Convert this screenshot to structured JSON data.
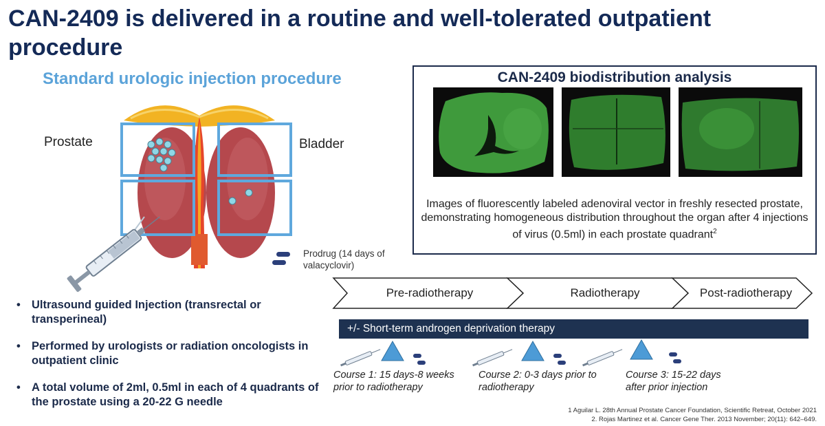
{
  "slide": {
    "title": "CAN-2409 is delivered in a routine and well-tolerated outpatient procedure"
  },
  "left": {
    "subtitle": "Standard urologic injection procedure",
    "label_prostate": "Prostate",
    "label_bladder": "Bladder",
    "prodrug": "Prodrug (14 days of valacyclovir)",
    "bullet_glyph": "•",
    "bullets": [
      "Ultrasound guided Injection (transrectal or transperineal)",
      "Performed by urologists or radiation oncologists in outpatient clinic",
      "A total volume of 2ml, 0.5ml in each of 4 quadrants of the prostate using a 20-22 G needle"
    ]
  },
  "biodistribution": {
    "title": "CAN-2409 biodistribution analysis",
    "caption": "Images of fluorescently labeled adenoviral vector in freshly resected prostate, demonstrating homogeneous distribution throughout the organ after 4 injections of virus (0.5ml) in each prostate quadrant",
    "caption_ref": "2"
  },
  "timeline": {
    "phases": [
      "Pre-radiotherapy",
      "Radiotherapy",
      "Post-radiotherapy"
    ],
    "adt": "+/- Short-term androgen deprivation therapy",
    "courses": [
      "Course 1: 15 days-8 weeks prior to radiotherapy",
      "Course 2: 0-3 days prior to radiotherapy",
      "Course 3: 15-22 days after prior injection"
    ]
  },
  "references": [
    "1 Aguilar L. 28th Annual Prostate Cancer Foundation, Scientific Retreat, October 2021",
    "2. Rojas Martinez et al. Cancer Gene Ther. 2013 November; 20(11): 642–649."
  ],
  "colors": {
    "title": "#142a57",
    "subtitle": "#5ba3d9",
    "quadrant_box": "#5fa8dd",
    "adt_bar": "#1e3251",
    "course_marker": "#4d9bd6",
    "fluorescence": "#3f9a3c"
  }
}
